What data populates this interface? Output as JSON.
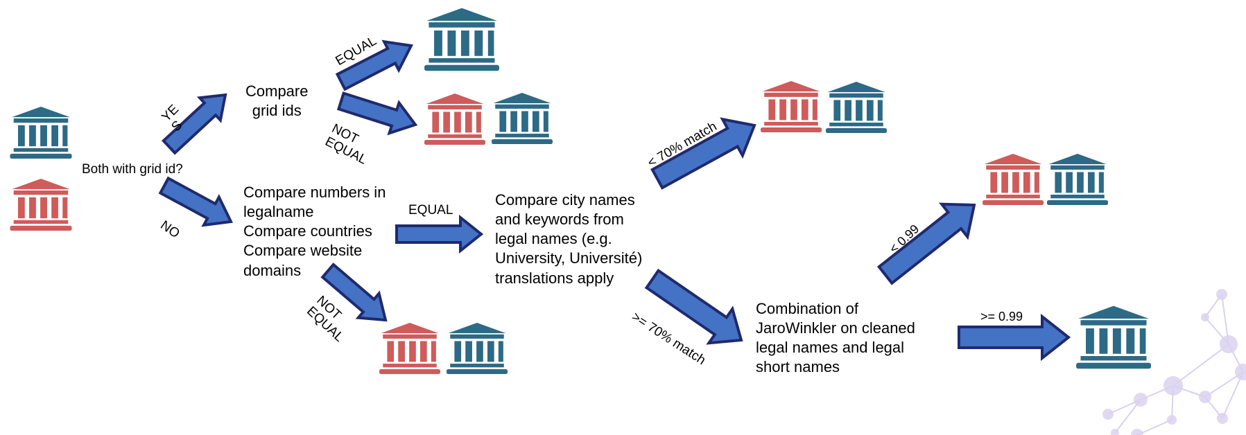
{
  "steps": {
    "both_with_grid_id": "Both with grid id?",
    "compare_grid_ids": "Compare\ngrid ids",
    "compare_numbers": "Compare numbers in\nlegalname\nCompare countries\nCompare website\ndomains",
    "compare_city_names": "Compare city names\nand keywords from\nlegal names (e.g.\nUniversity, Université)\ntranslations apply",
    "combination_jarowinkler": "Combination of\nJaroWinkler on cleaned\nlegal names and legal\nshort names"
  },
  "labels": {
    "yes": "YE\nS",
    "no": "NO",
    "equal_grid": "EQUAL",
    "not_equal_grid": "NOT\nEQUAL",
    "equal_numbers": "EQUAL",
    "not_equal_numbers": "NOT\nEQUAL",
    "lt_70": "< 70% match",
    "gte_70": ">= 70% match",
    "lt_099": "< 0.99",
    "gte_099": ">= 0.99"
  },
  "colors": {
    "arrow_fill": "#4472c4",
    "arrow_stroke": "#1f2a6e",
    "bank_teal": "#2d6a85",
    "bank_red": "#cf5b5b",
    "network_decoration": "#d9d2f0"
  },
  "icons": {
    "institution": "bank-building-icon",
    "decoration": "molecule-network-decoration"
  }
}
